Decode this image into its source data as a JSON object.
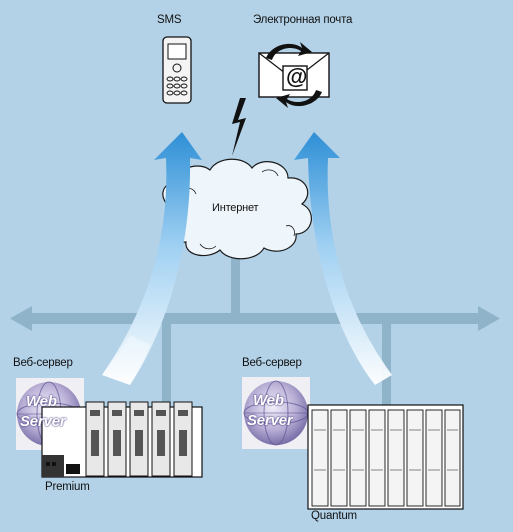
{
  "labels": {
    "sms": "SMS",
    "email": "Электронная почта",
    "internet": "Интернет",
    "web_server_left": "Веб-сервер",
    "web_server_right": "Веб-сервер",
    "premium": "Premium",
    "quantum": "Quantum"
  },
  "badges": {
    "left": {
      "line1": "Web",
      "line2": "Server"
    },
    "right": {
      "line1": "Web",
      "line2": "Server"
    }
  },
  "email_symbol": "@",
  "colors": {
    "background": "#b3d2e8",
    "network_bus": "#8fb3c9",
    "arrow_top": "#2e8fd6",
    "arrow_bottom": "#ffffff"
  }
}
